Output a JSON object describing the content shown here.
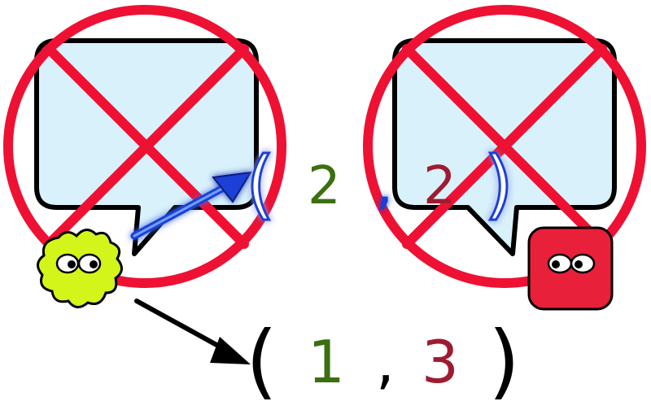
{
  "top_pair": {
    "open_paren": "(",
    "first_value": "2",
    "comma": ",",
    "second_value": "2",
    "close_paren": ")"
  },
  "bottom_pair": {
    "open_paren": "(",
    "first_value": "1",
    "comma": ",",
    "second_value": "3",
    "close_paren": ")"
  },
  "colors": {
    "bubble_fill": "#d9f1fb",
    "no_sign_red": "#ee1133",
    "green_value": "#3b6f10",
    "red_value": "#9e1b30",
    "blue_glow": "#1a3fd6",
    "green_creature": "#d4f51a",
    "red_creature": "#e8203a"
  },
  "icons": {
    "left_bubble": "speech-bubble-icon",
    "right_bubble": "speech-bubble-icon",
    "left_prohibit": "no-sign-icon",
    "right_prohibit": "no-sign-icon",
    "green_character": "green-blob-creature-icon",
    "red_character": "red-square-creature-icon"
  }
}
